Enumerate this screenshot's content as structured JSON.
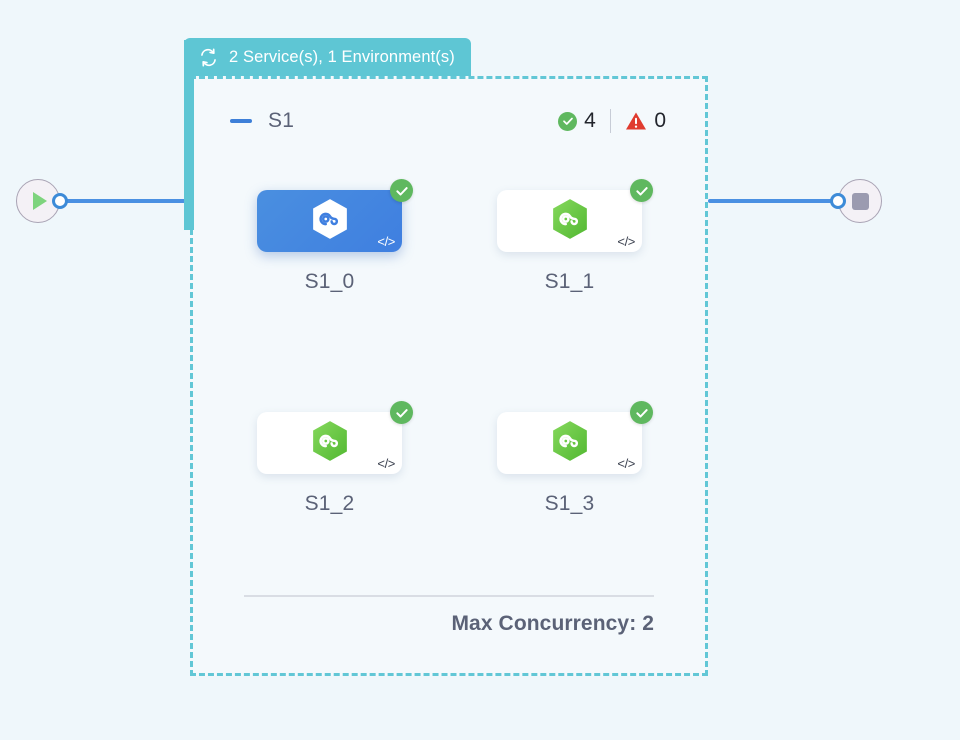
{
  "canvas": {
    "background_color": "#eff7fb"
  },
  "group": {
    "tab": {
      "icon": "loop-arrows-icon",
      "label": "2 Service(s), 1 Environment(s)",
      "background_color": "#5ec6d4",
      "text_color": "#ffffff"
    },
    "border_color": "#62c7d6",
    "header": {
      "collapse_icon": "minus-icon",
      "name": "S1",
      "status": {
        "success_icon": "check-circle-icon",
        "success_count": "4",
        "warning_icon": "warning-triangle-icon",
        "warning_count": "0",
        "success_color": "#5fb85f",
        "warning_color": "#e03b2f"
      }
    },
    "footer": {
      "max_concurrency_label": "Max Concurrency: 2"
    }
  },
  "nodes": [
    {
      "id": "S1_0",
      "label": "S1_0",
      "selected": true,
      "status": "success",
      "status_icon": "check-circle-icon",
      "type_icon": "code-icon",
      "type_glyph": "</>",
      "logo_icon": "nodejs-hex-icon",
      "card_color": "#4a8fe0",
      "logo_color": "#ffffff"
    },
    {
      "id": "S1_1",
      "label": "S1_1",
      "selected": false,
      "status": "success",
      "status_icon": "check-circle-icon",
      "type_icon": "code-icon",
      "type_glyph": "</>",
      "logo_icon": "nodejs-hex-icon",
      "card_color": "#ffffff",
      "logo_color": "#68c343"
    },
    {
      "id": "S1_2",
      "label": "S1_2",
      "selected": false,
      "status": "success",
      "status_icon": "check-circle-icon",
      "type_icon": "code-icon",
      "type_glyph": "</>",
      "logo_icon": "nodejs-hex-icon",
      "card_color": "#ffffff",
      "logo_color": "#68c343"
    },
    {
      "id": "S1_3",
      "label": "S1_3",
      "selected": false,
      "status": "success",
      "status_icon": "check-circle-icon",
      "type_icon": "code-icon",
      "type_glyph": "</>",
      "logo_icon": "nodejs-hex-icon",
      "card_color": "#ffffff",
      "logo_color": "#68c343"
    }
  ],
  "terminals": {
    "start": {
      "icon": "play-icon",
      "color": "#7ed47e"
    },
    "stop": {
      "icon": "stop-square-icon",
      "color": "#9b9bb0"
    }
  },
  "edges": {
    "color": "#4a90e2",
    "handle_color": "#3d8bd8"
  }
}
